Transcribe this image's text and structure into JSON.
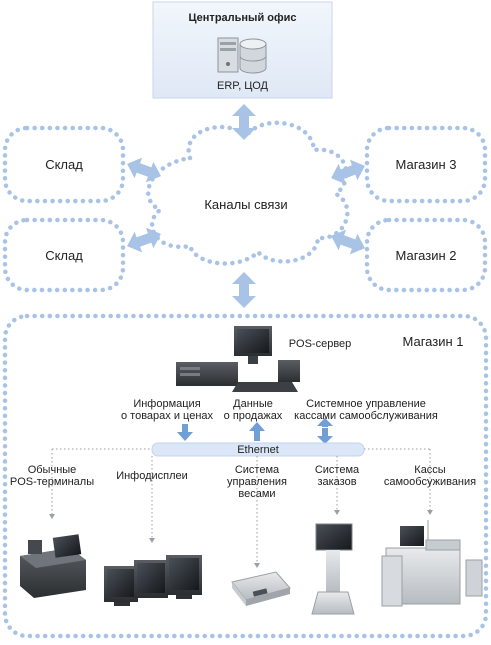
{
  "central_office": {
    "title": "Центральный офис",
    "subtitle": "ERP, ЦОД"
  },
  "cloud": {
    "label": "Каналы связи"
  },
  "nodes": {
    "warehouse_top": "Склад",
    "warehouse_bottom": "Склад",
    "store3": "Магазин 3",
    "store2": "Магазин 2",
    "store1": "Магазин 1"
  },
  "pos_server": {
    "label": "POS-сервер"
  },
  "flows": {
    "goods_info": [
      "Информация",
      "о товарах и ценах"
    ],
    "sales_data": [
      "Данные",
      "о продажах"
    ],
    "self_checkout_control": [
      "Системное управление",
      "кассами самообслуживания"
    ]
  },
  "ethernet": {
    "label": "Ethernet"
  },
  "devices": {
    "pos_terminals": [
      "Обычные",
      "POS-терминалы"
    ],
    "info_displays": [
      "Инфодисплеи"
    ],
    "scales_system": [
      "Система",
      "управления",
      "весами"
    ],
    "order_system": [
      "Система",
      "заказов"
    ],
    "self_checkouts": [
      "Кассы",
      "самообсуживания"
    ]
  },
  "colors": {
    "dot_border": "#a9c3e6",
    "arrow": "#a9c3e6",
    "arrow_dark": "#6f9fd6",
    "office_bg": "#e4ecf7",
    "ethernet_bar": "#dbe7f6"
  }
}
